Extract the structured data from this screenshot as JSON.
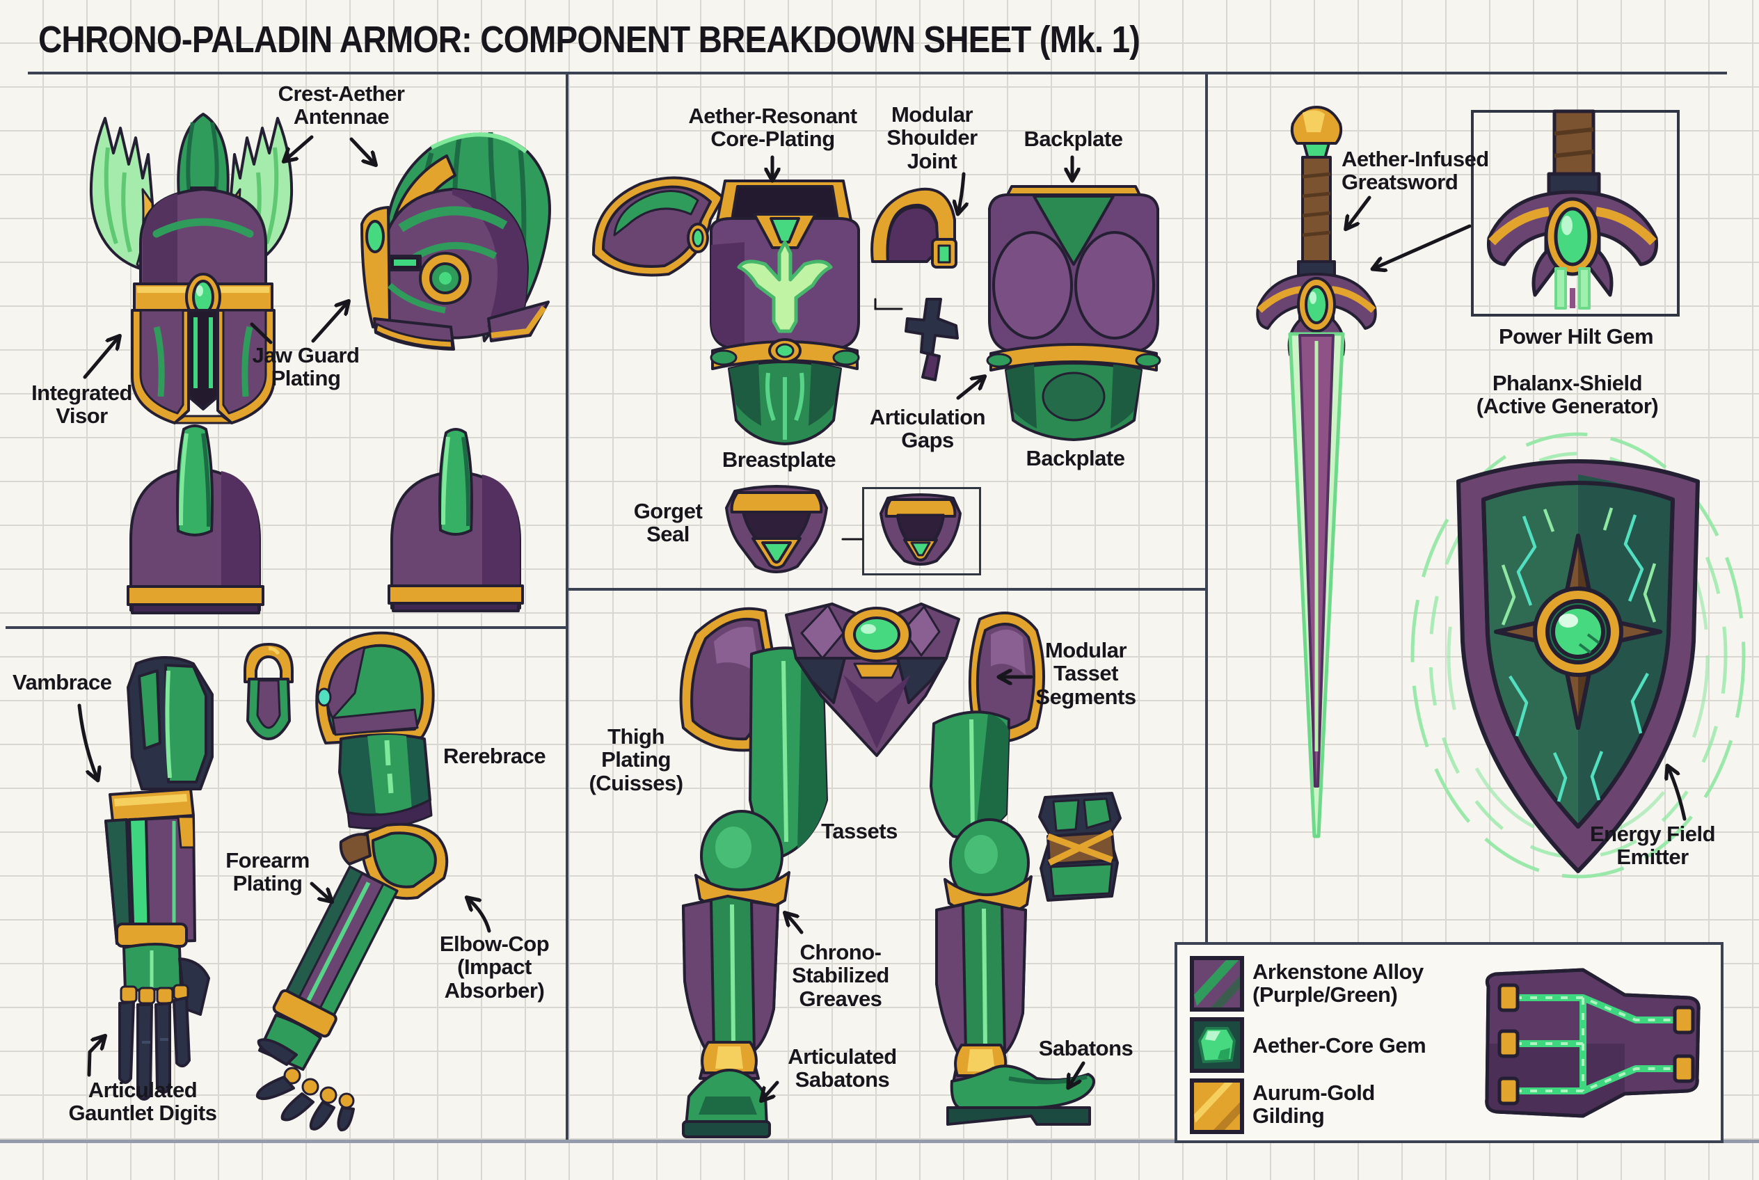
{
  "title": "CHRONO-PALADIN ARMOR: COMPONENT BREAKDOWN SHEET (Mk. 1)",
  "labels": {
    "crest": "Crest-Aether Antennae",
    "visor": "Integrated Visor",
    "jaw": "Jaw Guard Plating",
    "core_plating": "Aether-Resonant Core-Plating",
    "shoulder_joint": "Modular Shoulder Joint",
    "backplate_top": "Backplate",
    "articulation": "Articulation Gaps",
    "breastplate": "Breastplate",
    "backplate_bottom": "Backplate",
    "gorget": "Gorget Seal",
    "greatsword": "Aether-Infused Greatsword",
    "power_hilt": "Power Hilt Gem",
    "phalanx": "Phalanx-Shield (Active Generator)",
    "energy_field": "Energy Field Emitter",
    "vambrace": "Vambrace",
    "rerebrace": "Rerebrace",
    "forearm": "Forearm Plating",
    "elbow": "Elbow-Cop (Impact Absorber)",
    "gauntlet": "Articulated Gauntlet Digits",
    "tassets_mod": "Modular Tasset Segments",
    "thigh": "Thigh Plating (Cuisses)",
    "tassets": "Tassets",
    "greaves": "Chrono-Stabilized Greaves",
    "articulated_sabatons": "Articulated Sabatons",
    "sabatons": "Sabatons"
  },
  "legend": {
    "items": [
      {
        "label": "Arkenstone Alloy (Purple/Green)",
        "swatch": "purple-green-alloy"
      },
      {
        "label": "Aether-Core Gem",
        "swatch": "green-gem"
      },
      {
        "label": "Aurum-Gold Gilding",
        "swatch": "gold-gilding"
      }
    ]
  },
  "colors": {
    "paper": "#f7f5ef",
    "grid_line": "#d9d7d0",
    "divider": "#3b4254",
    "label_text": "#17161c",
    "alloy_purple": "#6b4572",
    "alloy_green": "#2f9c5c",
    "aether_gem_green": "#47d97f",
    "aurum_gold": "#e3a42e",
    "navy_steel": "#2b3147",
    "grip_brown": "#7b5331",
    "energy_ring_green": "#8fe8a2",
    "shield_crack_cyan": "#52e0c0"
  }
}
